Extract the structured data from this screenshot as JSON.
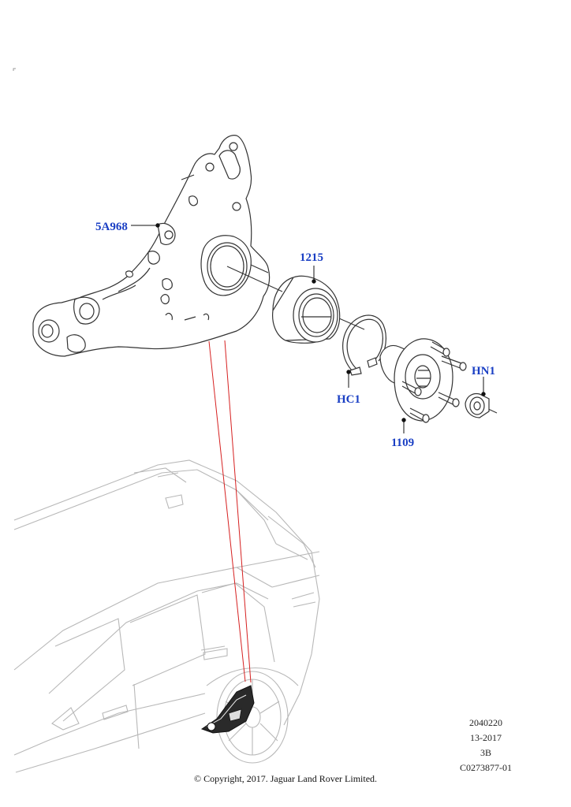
{
  "parts": {
    "knuckle": "5A968",
    "bearing": "1215",
    "circlip": "HC1",
    "hub": "1109",
    "nut": "HN1"
  },
  "meta": {
    "line1": "2040220",
    "line2": "13-2017",
    "line3": "3B",
    "line4": "C0273877-01"
  },
  "copyright": "© Copyright, 2017. Jaguar Land Rover Limited.",
  "colors": {
    "label": "#1a3fc4",
    "line": "#333333",
    "car_outline": "#b8b8b8",
    "leader_red": "#d62020"
  }
}
